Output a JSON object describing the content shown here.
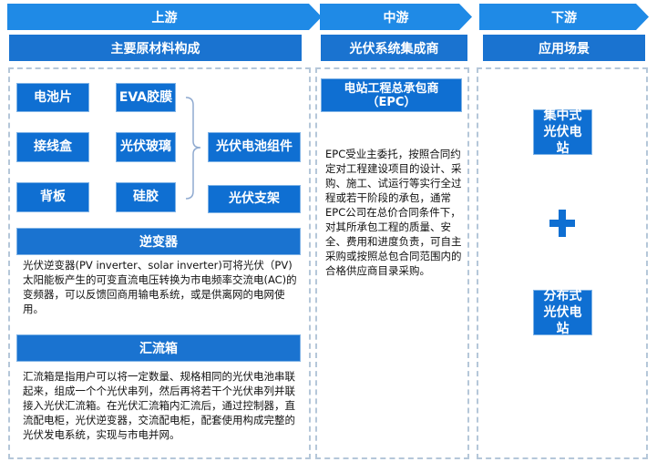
{
  "stages": {
    "upstream": "上游",
    "midstream": "中游",
    "downstream": "下游"
  },
  "headers": {
    "upstream": "主要原材料构成",
    "midstream": "光伏系统集成商",
    "downstream": "应用场景"
  },
  "materials": [
    "电池片",
    "接线盒",
    "背板",
    "EVA胶膜",
    "光伏玻璃",
    "硅胶"
  ],
  "products": [
    "光伏电池组件",
    "光伏支架"
  ],
  "inverter": {
    "title": "逆变器",
    "text": "光伏逆变器(PV inverter、solar inverter)可将光伏（PV)太阳能板产生的可变直流电压转换为市电频率交流电(AC)的变频器，可以反馈回商用输电系统，或是供离网的电网使用。"
  },
  "combiner": {
    "title": "汇流箱",
    "text": "汇流箱是指用户可以将一定数量、规格相同的光伏电池串联起来，组成一个个光伏串列，然后再将若干个光伏串列并联接入光伏汇流箱。在光伏汇流箱内汇流后，通过控制器，直流配电柜，光伏逆变器，交流配电柜，配套使用构成完整的光伏发电系统，实现与市电并网。"
  },
  "epc": {
    "title": "电站工程总承包商",
    "subtitle": "（EPC）",
    "text": "EPC受业主委托，按照合同约定对工程建设项目的设计、采购、施工、试运行等实行全过程或若干阶段的承包，通常EPC公司在总价合同条件下，对其所承包工程的质量、安全、费用和进度负责，可自主采购或按照总包合同范围内的合格供应商目录采购。"
  },
  "applications": [
    "集中式光伏电站",
    "分布式光伏电站"
  ],
  "plus": "+"
}
